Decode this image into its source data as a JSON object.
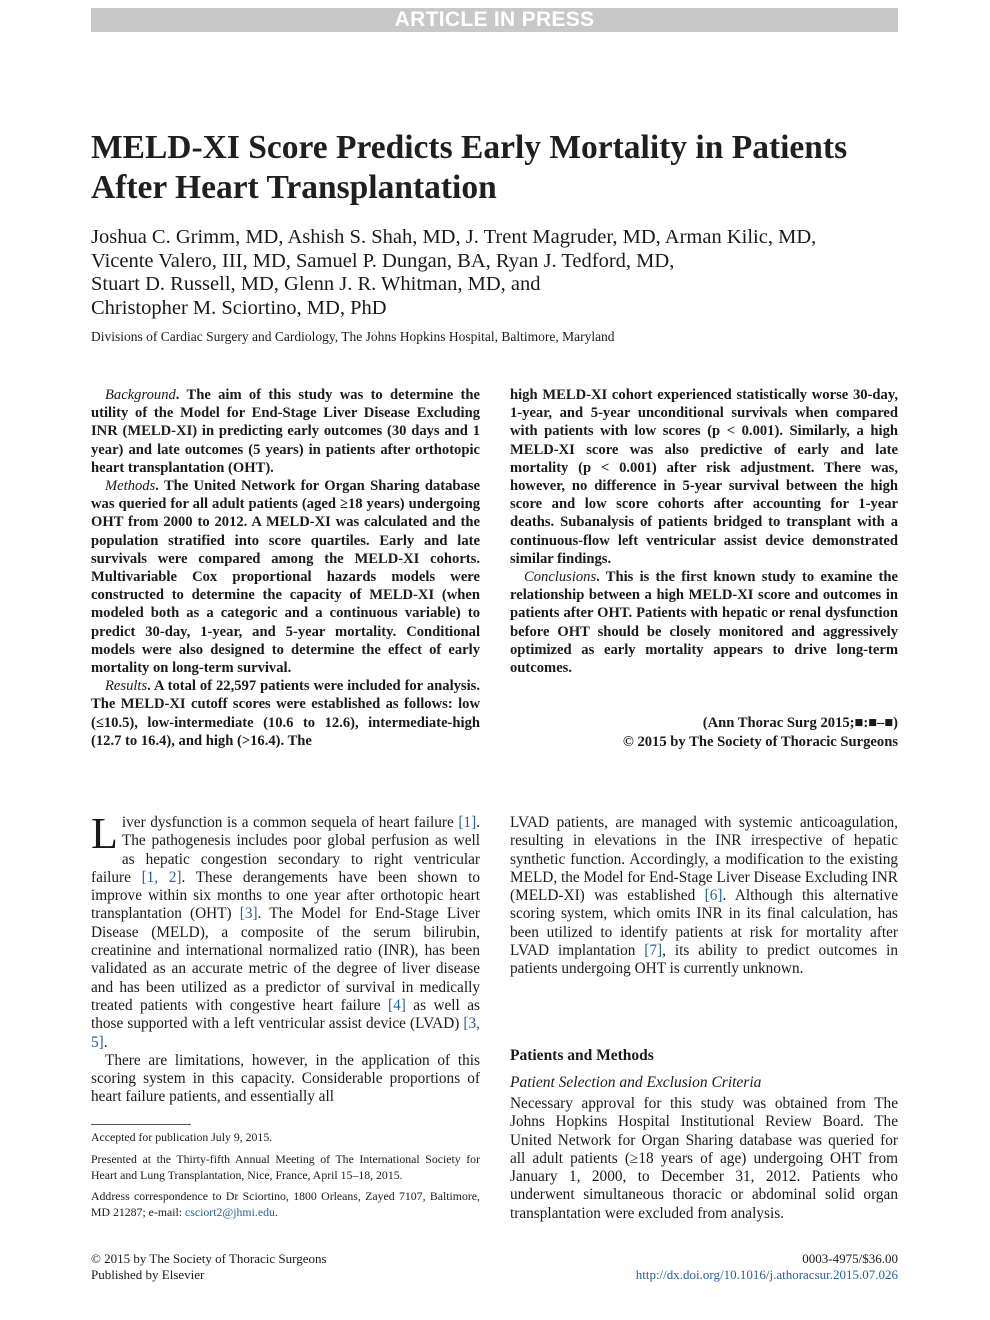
{
  "banner": "ARTICLE IN PRESS",
  "title": "MELD-XI Score Predicts Early Mortality in Patients After Heart Transplantation",
  "authors": [
    "Joshua C. Grimm, MD, Ashish S. Shah, MD, J. Trent Magruder, MD, Arman Kilic, MD,",
    "Vicente Valero, III, MD, Samuel P. Dungan, BA, Ryan J. Tedford, MD,",
    "Stuart D. Russell, MD, Glenn J. R. Whitman, MD, and",
    "Christopher M. Sciortino, MD, PhD"
  ],
  "affiliation": "Divisions of Cardiac Surgery and Cardiology, The Johns Hopkins Hospital, Baltimore, Maryland",
  "abstract": {
    "background_label": "Background",
    "background": ". The aim of this study was to determine the utility of the Model for End-Stage Liver Disease Excluding INR (MELD-XI) in predicting early outcomes (30 days and 1 year) and late outcomes (5 years) in patients after orthotopic heart transplantation (OHT).",
    "methods_label": "Methods",
    "methods": ". The United Network for Organ Sharing database was queried for all adult patients (aged ≥18 years) undergoing OHT from 2000 to 2012. A MELD-XI was calculated and the population stratified into score quartiles. Early and late survivals were compared among the MELD-XI cohorts. Multivariable Cox proportional hazards models were constructed to determine the capacity of MELD-XI (when modeled both as a categoric and a continuous variable) to predict 30-day, 1-year, and 5-year mortality. Conditional models were also designed to determine the effect of early mortality on long-term survival.",
    "results_label": "Results",
    "results_left": ". A total of 22,597 patients were included for analysis. The MELD-XI cutoff scores were established as follows: low (≤10.5), low-intermediate (10.6 to 12.6), intermediate-high (12.7 to 16.4), and high (>16.4). The",
    "results_right": "high MELD-XI cohort experienced statistically worse 30-day, 1-year, and 5-year unconditional survivals when compared with patients with low scores (p < 0.001). Similarly, a high MELD-XI score was also predictive of early and late mortality (p < 0.001) after risk adjustment. There was, however, no difference in 5-year survival between the high score and low score cohorts after accounting for 1-year deaths. Subanalysis of patients bridged to transplant with a continuous-flow left ventricular assist device demonstrated similar findings.",
    "conclusions_label": "Conclusions",
    "conclusions": ". This is the first known study to examine the relationship between a high MELD-XI score and outcomes in patients after OHT. Patients with hepatic or renal dysfunction before OHT should be closely monitored and aggressively optimized as early mortality appears to drive long-term outcomes."
  },
  "citation": {
    "journal": "(Ann Thorac Surg 2015;■:■–■)",
    "copyright": "© 2015 by The Society of Thoracic Surgeons"
  },
  "body": {
    "dropcap": "L",
    "p1_a": "iver dysfunction is a common sequela of heart failure ",
    "ref1": "[1]",
    "p1_b": ". The pathogenesis includes poor global perfusion as well as hepatic congestion secondary to right ventricular failure ",
    "ref2": "[1, 2]",
    "p1_c": ". These derangements have been shown to improve within six months to one year after orthotopic heart transplantation (OHT) ",
    "ref3": "[3]",
    "p1_d": ". The Model for End-Stage Liver Disease (MELD), a composite of the serum bilirubin, creatinine and international normalized ratio (INR), has been validated as an accurate metric of the degree of liver disease and has been utilized as a predictor of survival in medically treated patients with congestive heart failure ",
    "ref4": "[4]",
    "p1_e": " as well as those supported with a left ventricular assist device (LVAD) ",
    "ref5": "[3, 5]",
    "p1_f": ".",
    "p2": "There are limitations, however, in the application of this scoring system in this capacity. Considerable proportions of heart failure patients, and essentially all",
    "p3_a": "LVAD patients, are managed with systemic anticoagulation, resulting in elevations in the INR irrespective of hepatic synthetic function. Accordingly, a modification to the existing MELD, the Model for End-Stage Liver Disease Excluding INR (MELD-XI) was established ",
    "ref6": "[6]",
    "p3_b": ". Although this alternative scoring system, which omits INR in its final calculation, has been utilized to identify patients at risk for mortality after LVAD implantation ",
    "ref7": "[7]",
    "p3_c": ", its ability to predict outcomes in patients undergoing OHT is currently unknown.",
    "section_heading": "Patients and Methods",
    "subsection_heading": "Patient Selection and Exclusion Criteria",
    "pm_paragraph": "Necessary approval for this study was obtained from The Johns Hopkins Hospital Institutional Review Board. The United Network for Organ Sharing database was queried for all adult patients (≥18 years of age) undergoing OHT from January 1, 2000, to December 31, 2012. Patients who underwent simultaneous thoracic or abdominal solid organ transplantation were excluded from analysis."
  },
  "footnotes": {
    "accepted": "Accepted for publication July 9, 2015.",
    "presented": "Presented at the Thirty-fifth Annual Meeting of The International Society for Heart and Lung Transplantation, Nice, France, April 15–18, 2015.",
    "address": "Address correspondence to Dr Sciortino, 1800 Orleans, Zayed 7107, Baltimore, MD   21287; e-mail: ",
    "email": "csciort2@jhmi.edu",
    "address_end": "."
  },
  "footer": {
    "copyright": "© 2015 by The Society of Thoracic Surgeons",
    "publisher": "Published by Elsevier",
    "issn": "0003-4975/$36.00",
    "doi": "http://dx.doi.org/10.1016/j.athoracsur.2015.07.026"
  }
}
